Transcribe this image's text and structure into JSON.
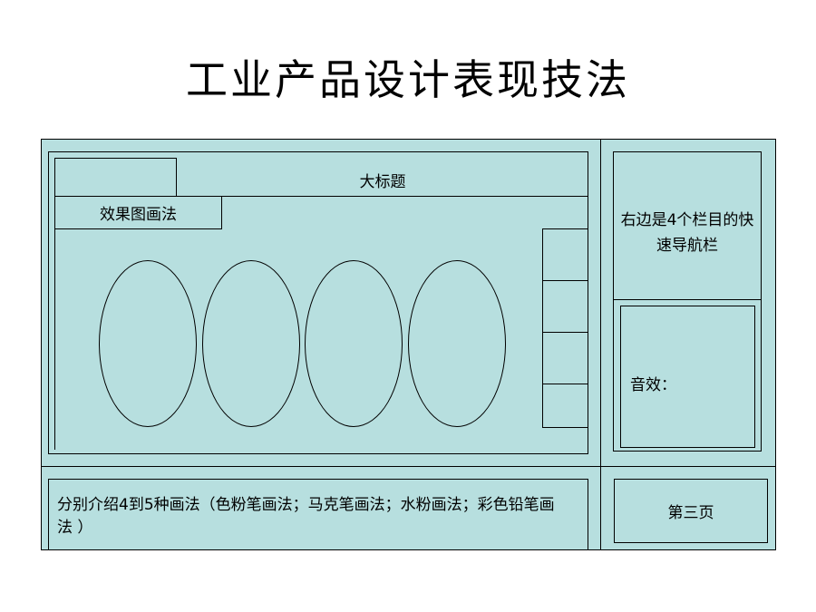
{
  "page": {
    "title": "工业产品设计表现技法"
  },
  "layout": {
    "header_title": "大标题",
    "section_tab": "效果图画法",
    "nav_note": "右边是4个栏目的快速导航栏",
    "audio_label": "音效：",
    "description": "分别介绍4到5种画法（色粉笔画法；马克笔画法；水粉画法；彩色铅笔画法 ）",
    "page_label": "第三页"
  },
  "colors": {
    "panel": "#b7dfdf",
    "border": "#000000"
  }
}
